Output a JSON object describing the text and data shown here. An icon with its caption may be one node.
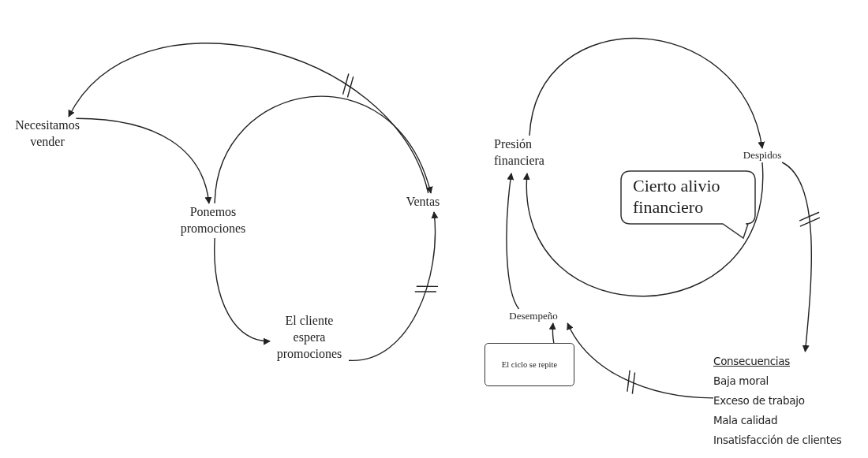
{
  "diagram": {
    "nodes": [
      {
        "text": [
          "Necesitamos vender"
        ]
      },
      {
        "text": [
          "Ponemos promociones"
        ]
      },
      {
        "text": [
          "Ventas"
        ]
      },
      {
        "text": [
          "El cliente espera promociones"
        ]
      },
      {
        "text": [
          "Presión financiera"
        ]
      },
      {
        "text": [
          "Despidos"
        ]
      },
      {
        "text": [
          "Cierto alivio financiero"
        ]
      },
      {
        "text": [
          "Desempeño"
        ]
      },
      {
        "text": [
          "El ciclo se repite"
        ]
      },
      {
        "text": [
          "Consecuencias",
          "Baja moral",
          "Exceso de trabajo",
          "Mala calidad",
          "Insatisfacción de clientes"
        ]
      }
    ],
    "edges": [
      {
        "from": 2,
        "to": 0,
        "arrow": "to"
      },
      {
        "from": 0,
        "to": 1,
        "arrow": "to"
      },
      {
        "from": 1,
        "to": 2,
        "arrow": "to"
      },
      {
        "from": 1,
        "to": 3,
        "arrow": "to"
      },
      {
        "from": 3,
        "to": 2,
        "arrow": "to"
      },
      {
        "from": 4,
        "to": 5,
        "arrow": "to"
      },
      {
        "from": 5,
        "to": 4,
        "arrow": "to"
      },
      {
        "from": 5,
        "to": 9,
        "arrow": "to"
      },
      {
        "from": 9,
        "to": 7,
        "arrow": "to"
      },
      {
        "from": 7,
        "to": 4,
        "arrow": "to"
      },
      {
        "from": 8,
        "to": 7,
        "arrow": "to"
      }
    ]
  }
}
